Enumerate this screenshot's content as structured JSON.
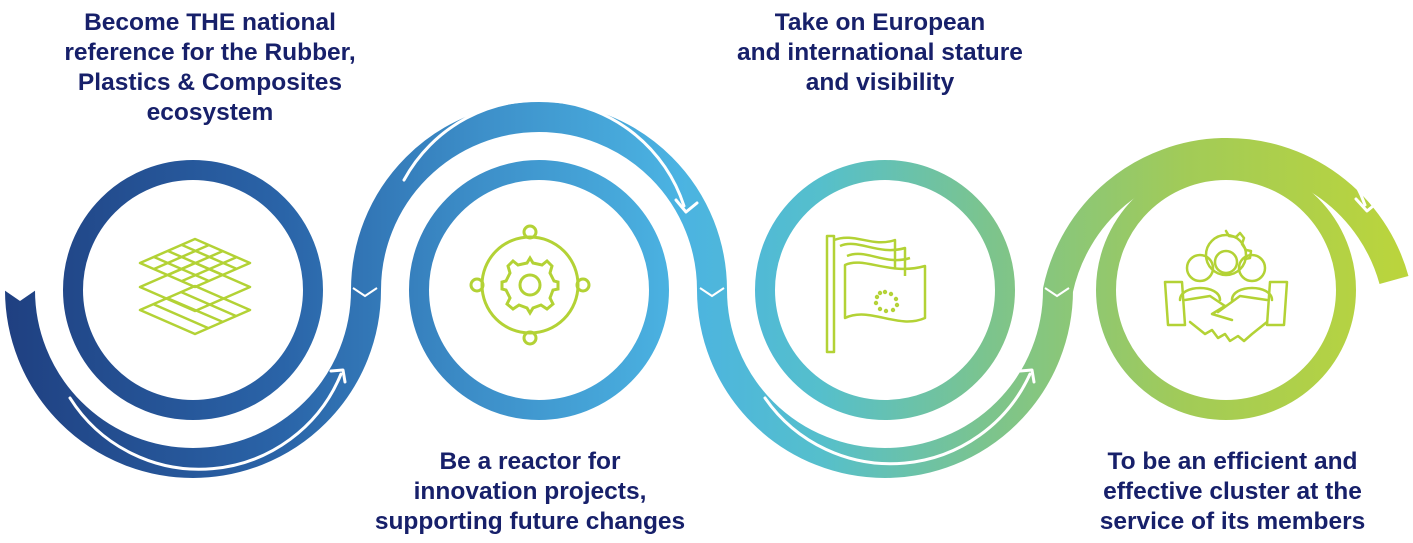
{
  "colors": {
    "caption_text": "#17206a",
    "icon_stroke": "#b3d235",
    "inner_arrow_stroke": "#ffffff",
    "gradient_stops": [
      "#1f3f80",
      "#2a64a8",
      "#3d8fc9",
      "#4bb3e2",
      "#55bfcc",
      "#7cc48d",
      "#a2cb57",
      "#bcd53b"
    ]
  },
  "steps": [
    {
      "id": "step-1",
      "caption_lines": [
        "Become THE national",
        "reference for the Rubber,",
        "Plastics & Composites",
        "ecosystem"
      ],
      "icon": "layers-grid-icon"
    },
    {
      "id": "step-2",
      "caption_lines": [
        "Be a reactor for",
        "innovation projects,",
        "supporting future changes"
      ],
      "icon": "gear-network-icon"
    },
    {
      "id": "step-3",
      "caption_lines": [
        "Take on European",
        "and international stature",
        "and visibility"
      ],
      "icon": "european-flags-icon"
    },
    {
      "id": "step-4",
      "caption_lines": [
        "To be an efficient and",
        "effective cluster at the",
        "service of its members"
      ],
      "icon": "team-handshake-icon"
    }
  ]
}
